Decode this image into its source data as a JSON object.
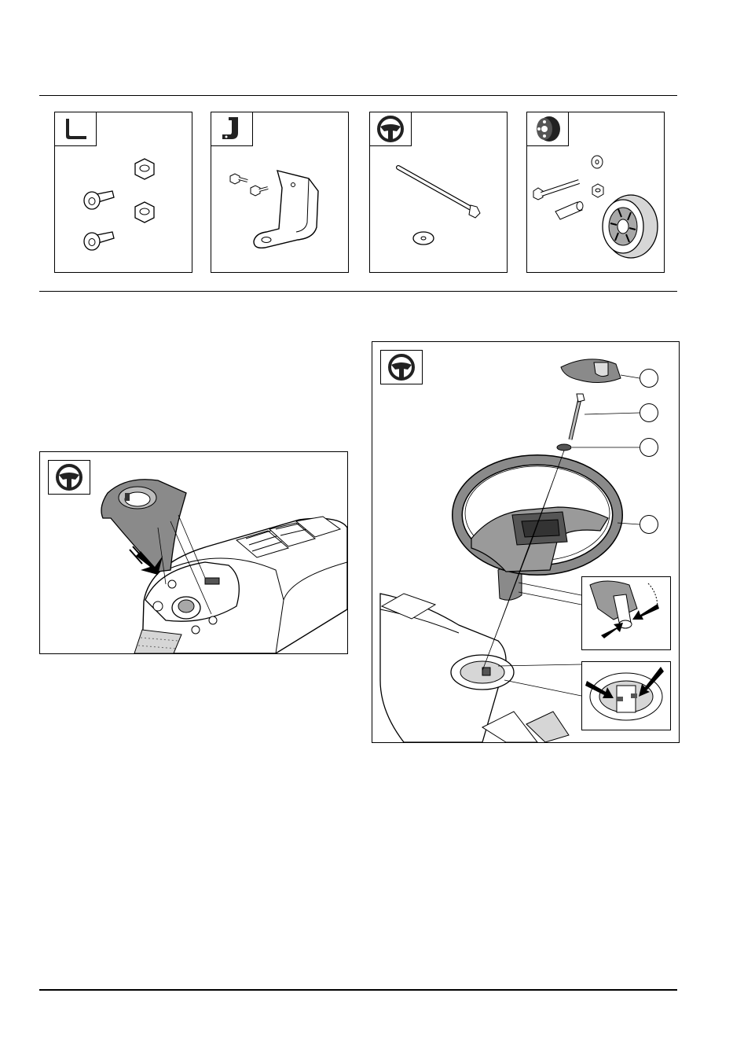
{
  "page": {
    "kit_panels": [
      {
        "icon": "seat-icon",
        "contents": "screws-and-nuts"
      },
      {
        "icon": "bracket-icon",
        "contents": "bracket-and-bolts"
      },
      {
        "icon": "steering-wheel-icon",
        "contents": "rod-and-washer"
      },
      {
        "icon": "wheel-icon",
        "contents": "wheel-axle-kit"
      }
    ],
    "callouts": [
      "",
      "",
      "",
      ""
    ],
    "colors": {
      "line": "#000000",
      "fill_dark": "#6e6e6e",
      "fill_mid": "#a8a8a8",
      "fill_light": "#d6d6d6"
    }
  }
}
